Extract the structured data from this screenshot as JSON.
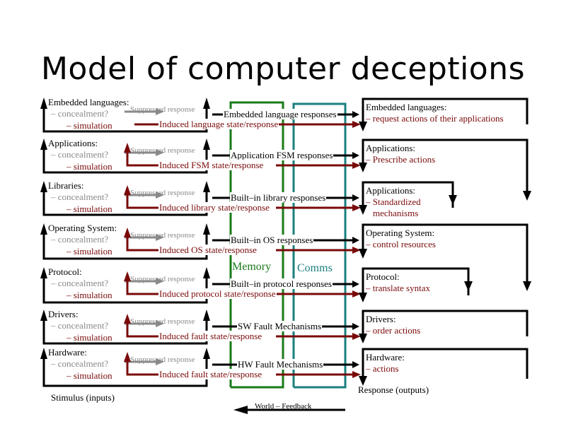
{
  "title": "Model of computer deceptions",
  "colors": {
    "primary": "#000000",
    "concealment": "#8a8a8a",
    "simulation": "#7a0a0a",
    "memory": "#1a7a1a",
    "comms": "#1a7f7f"
  },
  "layers": [
    {
      "name": "Embedded languages:",
      "concealment": "– concealment?",
      "simulation": "– simulation",
      "suppressed": "Suppressed response",
      "builtin": "Embedded language responses",
      "induced": "Induced language state/response"
    },
    {
      "name": "Applications:",
      "concealment": "– concealment?",
      "simulation": "– simulation",
      "suppressed": "Suppressed response",
      "builtin": "Application FSM responses",
      "induced": "Induced FSM state/response"
    },
    {
      "name": "Libraries:",
      "concealment": "– concealment?",
      "simulation": "– simulation",
      "suppressed": "Suppressed response",
      "builtin": "Built–in library responses",
      "induced": "Induced library state/response"
    },
    {
      "name": "Operating System:",
      "concealment": "– concealment?",
      "simulation": "– simulation",
      "suppressed": "Suppressed response",
      "builtin": "Built–in OS responses",
      "induced": "Induced OS state/response"
    },
    {
      "name": "Protocol:",
      "concealment": "– concealment?",
      "simulation": "– simulation",
      "suppressed": "Suppressed response",
      "builtin": "Built–in protocol responses",
      "induced": "Induced protocol state/response"
    },
    {
      "name": "Drivers:",
      "concealment": "– concealment?",
      "simulation": "– simulation",
      "suppressed": "Suppressed response",
      "builtin": "SW Fault Mechanisms",
      "induced": "Induced fault state/response"
    },
    {
      "name": "Hardware:",
      "concealment": "– concealment?",
      "simulation": "– simulation",
      "suppressed": "Suppressed response",
      "builtin": "HW Fault Mechanisms",
      "induced": "Induced fault state/response"
    }
  ],
  "responses": [
    {
      "name": "Embedded languages:",
      "action": "– request actions of their applications"
    },
    {
      "name": "Applications:",
      "action": "– Prescribe actions"
    },
    {
      "name": "Applications:",
      "action": "– Standardized",
      "action2": "mechanisms"
    },
    {
      "name": "Operating System:",
      "action": "– control resources"
    },
    {
      "name": "Protocol:",
      "action": "– translate syntax"
    },
    {
      "name": "Drivers:",
      "action": "– order actions"
    },
    {
      "name": "Hardware:",
      "action": "– actions"
    }
  ],
  "labels": {
    "memory": "Memory",
    "comms": "Comms",
    "stimulus": "Stimulus (inputs)",
    "response": "Response (outputs)",
    "feedback": "World – Feedback"
  }
}
